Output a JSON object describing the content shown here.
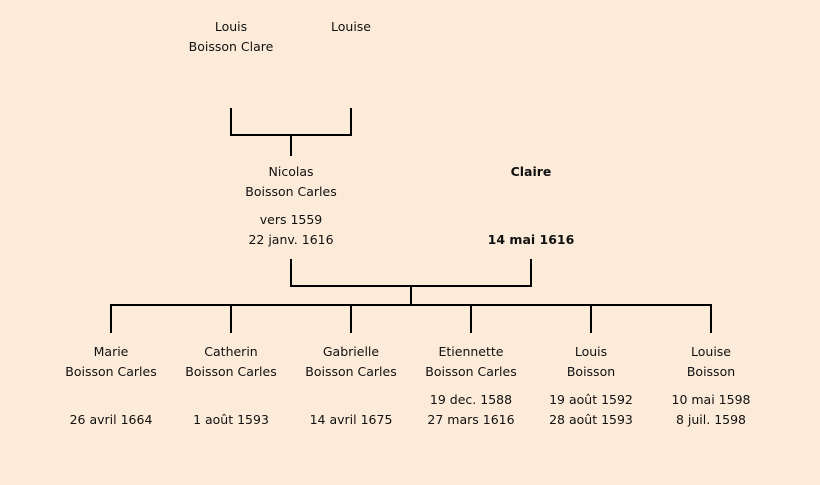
{
  "grandparents": {
    "father": {
      "first": "Louis",
      "last": "Boisson Clare"
    },
    "mother": {
      "first": "Louise"
    }
  },
  "parents": {
    "father": {
      "first": "Nicolas",
      "last": "Boisson Carles",
      "birth": "vers 1559",
      "death": "22 janv. 1616"
    },
    "mother": {
      "first": "Claire",
      "death": "14 mai 1616"
    }
  },
  "children": [
    {
      "first": "Marie",
      "last": "Boisson Carles",
      "birth": "",
      "death": "26 avril 1664"
    },
    {
      "first": "Catherin",
      "last": "Boisson Carles",
      "birth": "",
      "death": "1 août 1593"
    },
    {
      "first": "Gabrielle",
      "last": "Boisson Carles",
      "birth": "",
      "death": "14 avril 1675"
    },
    {
      "first": "Etiennette",
      "last": "Boisson Carles",
      "birth": "19 dec. 1588",
      "death": "27 mars 1616"
    },
    {
      "first": "Louis",
      "last": "Boisson",
      "birth": "19 août 1592",
      "death": "28 août 1593"
    },
    {
      "first": "Louise",
      "last": "Boisson",
      "birth": "10 mai 1598",
      "death": "8 juil. 1598"
    }
  ]
}
